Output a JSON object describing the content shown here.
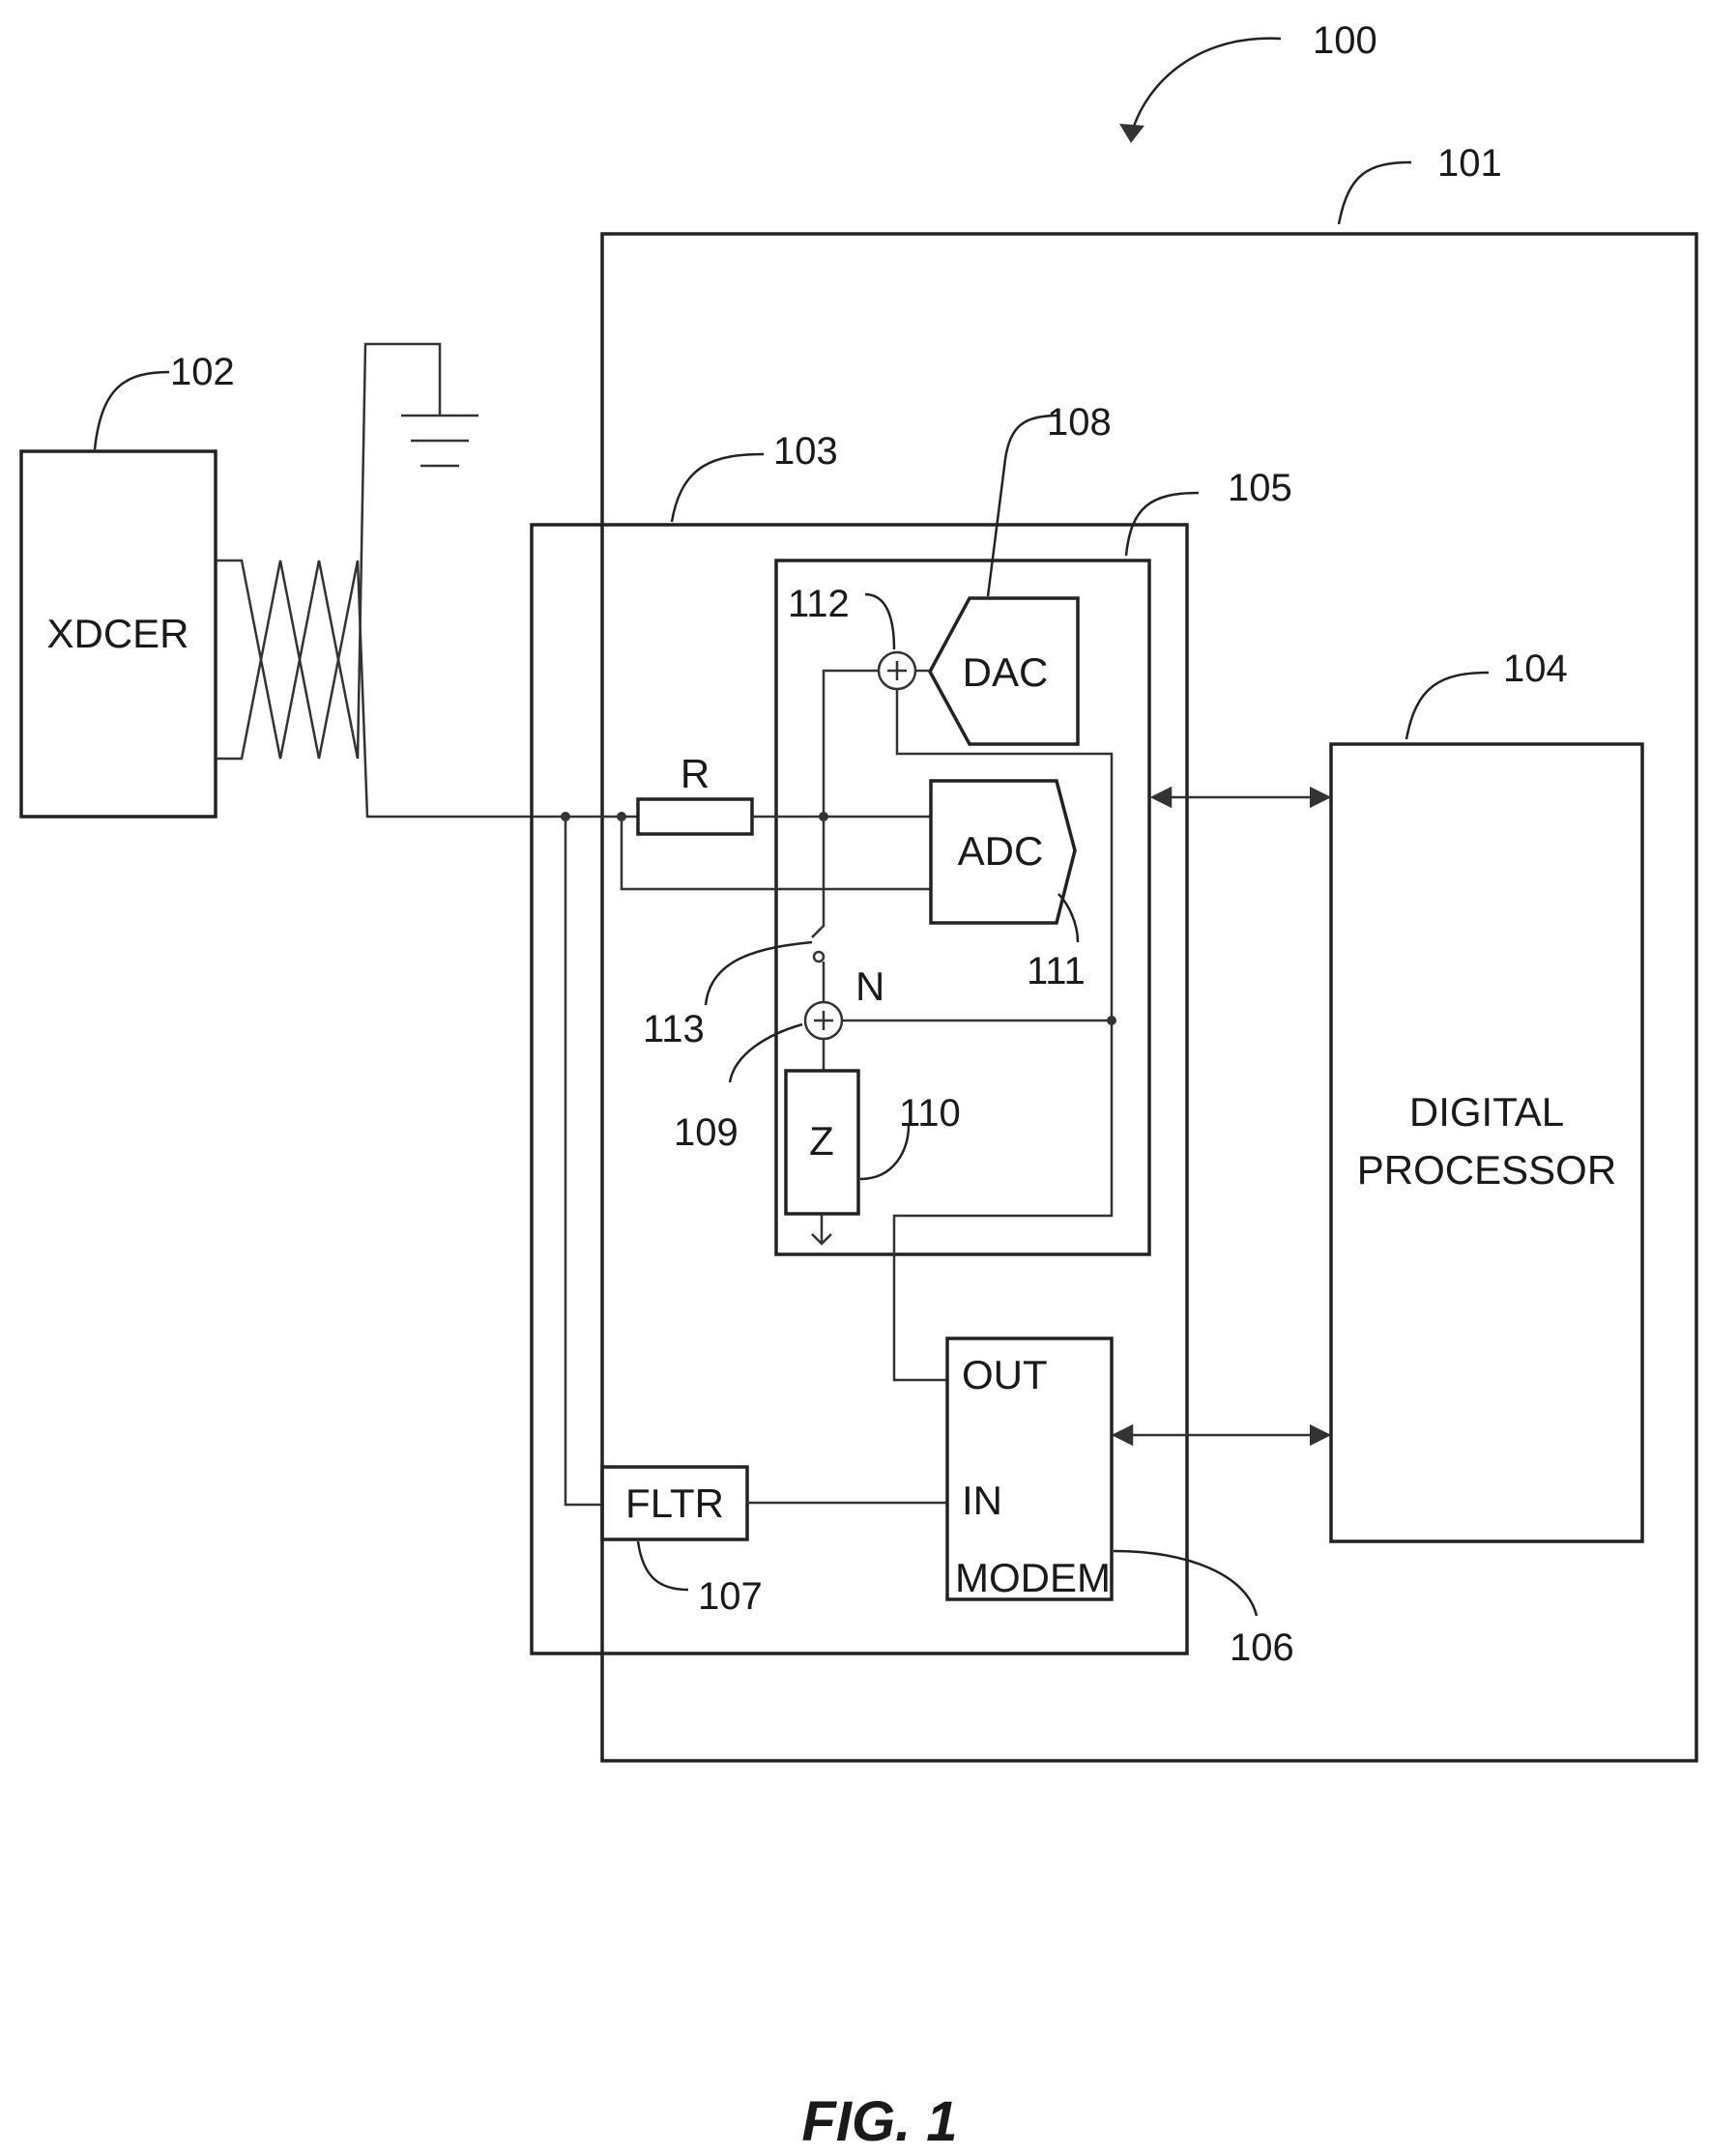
{
  "figure": {
    "caption": "FIG. 1",
    "refs": {
      "system": "100",
      "housing": "101",
      "transducer": "102",
      "interface_board": "103",
      "processor": "104",
      "frontend": "105",
      "modem": "106",
      "filter": "107",
      "dac": "108",
      "summer_n": "109",
      "impedance": "110",
      "adc": "111",
      "summer_dac": "112",
      "switch": "113"
    }
  },
  "blocks": {
    "transducer": "XDCER",
    "dac": "DAC",
    "adc": "ADC",
    "resistor": "R",
    "impedance": "Z",
    "noise_node": "N",
    "filter": "FLTR",
    "modem_out": "OUT",
    "modem_in": "IN",
    "modem_name": "MODEM",
    "processor_line1": "DIGITAL",
    "processor_line2": "PROCESSOR"
  },
  "colors": {
    "line": "#222222",
    "background": "#ffffff"
  }
}
